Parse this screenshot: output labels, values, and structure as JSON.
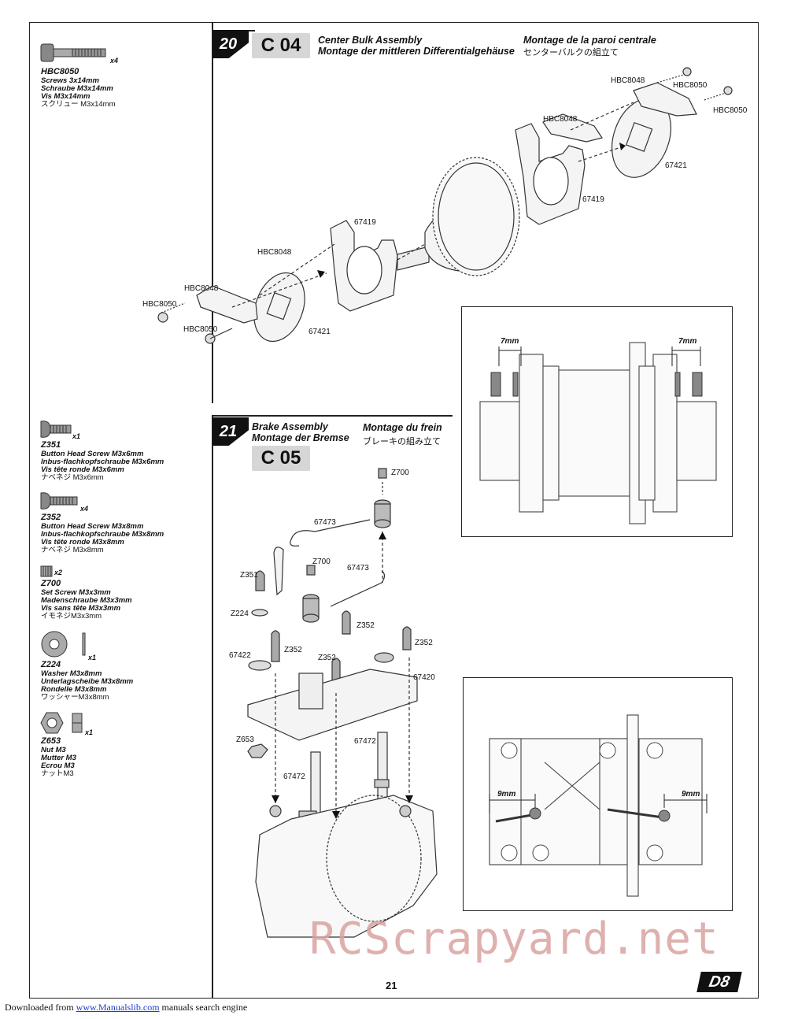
{
  "step20": {
    "number": "20",
    "code": "C 04",
    "title_en": "Center Bulk Assembly",
    "title_de": "Montage der mittleren Differentialgehäuse",
    "title_fr": "Montage de la paroi centrale",
    "title_jp": "センターバルクの組立て",
    "labels": {
      "hbc8048_a": "HBC8048",
      "hbc8050_a": "HBC8050",
      "hbc8048_b": "HBC8048",
      "hbc8050_b": "HBC8050",
      "p67421_a": "67421",
      "p67419_a": "67419",
      "hbc8048_c": "HBC8048",
      "hbc8048_d": "HBC8048",
      "hbc8050_c": "HBC8050",
      "hbc8050_d": "HBC8050",
      "p67419_b": "67419",
      "p67421_b": "67421"
    },
    "detail": {
      "left_dim": "7mm",
      "right_dim": "7mm"
    }
  },
  "step21": {
    "number": "21",
    "code": "C 05",
    "title_en": "Brake Assembly",
    "title_de": "Montage der Bremse",
    "title_fr": "Montage du frein",
    "title_jp": "ブレーキの組み立て",
    "labels": {
      "z700_a": "Z700",
      "p67473_a": "67473",
      "z700_b": "Z700",
      "p67473_b": "67473",
      "z351": "Z351",
      "z224": "Z224",
      "z352_a": "Z352",
      "z352_b": "Z352",
      "z352_c": "Z352",
      "z352_d": "Z352",
      "p67422": "67422",
      "p67420": "67420",
      "z653": "Z653",
      "p67472_a": "67472",
      "p67472_b": "67472"
    },
    "detail": {
      "left_dim": "9mm",
      "right_dim": "9mm"
    }
  },
  "parts": [
    {
      "id": "HBC8050",
      "qty": "x4",
      "en": "Screws 3x14mm",
      "de": "Schraube M3x14mm",
      "fr": "Vis M3x14mm",
      "jp": "スクリュー M3x14mm"
    },
    {
      "id": "Z351",
      "qty": "x1",
      "en": "Button Head Screw M3x6mm",
      "de": "Inbus-flachkopfschraube M3x6mm",
      "fr": "Vis tête ronde M3x6mm",
      "jp": "ナベネジ M3x6mm"
    },
    {
      "id": "Z352",
      "qty": "x4",
      "en": "Button Head Screw M3x8mm",
      "de": "Inbus-flachkopfschraube M3x8mm",
      "fr": "Vis tête ronde M3x8mm",
      "jp": "ナベネジ M3x8mm"
    },
    {
      "id": "Z700",
      "qty": "x2",
      "en": "Set Screw M3x3mm",
      "de": "Madenschraube M3x3mm",
      "fr": "Vis sans tête M3x3mm",
      "jp": "イモネジM3x3mm"
    },
    {
      "id": "Z224",
      "qty": "x1",
      "en": "Washer M3x8mm",
      "de": "Unterlagscheibe M3x8mm",
      "fr": "Rondelle M3x8mm",
      "jp": "ワッシャーM3x8mm"
    },
    {
      "id": "Z653",
      "qty": "x1",
      "en": "Nut M3",
      "de": "Mutter M3",
      "fr": "Ecrou M3",
      "jp": "ナットM3"
    }
  ],
  "page_number": "21",
  "logo": "D8",
  "watermark": "RCScrapyard.net",
  "footer": {
    "prefix": "Downloaded from",
    "link": "www.Manualslib.com",
    "suffix": "manuals search engine"
  }
}
